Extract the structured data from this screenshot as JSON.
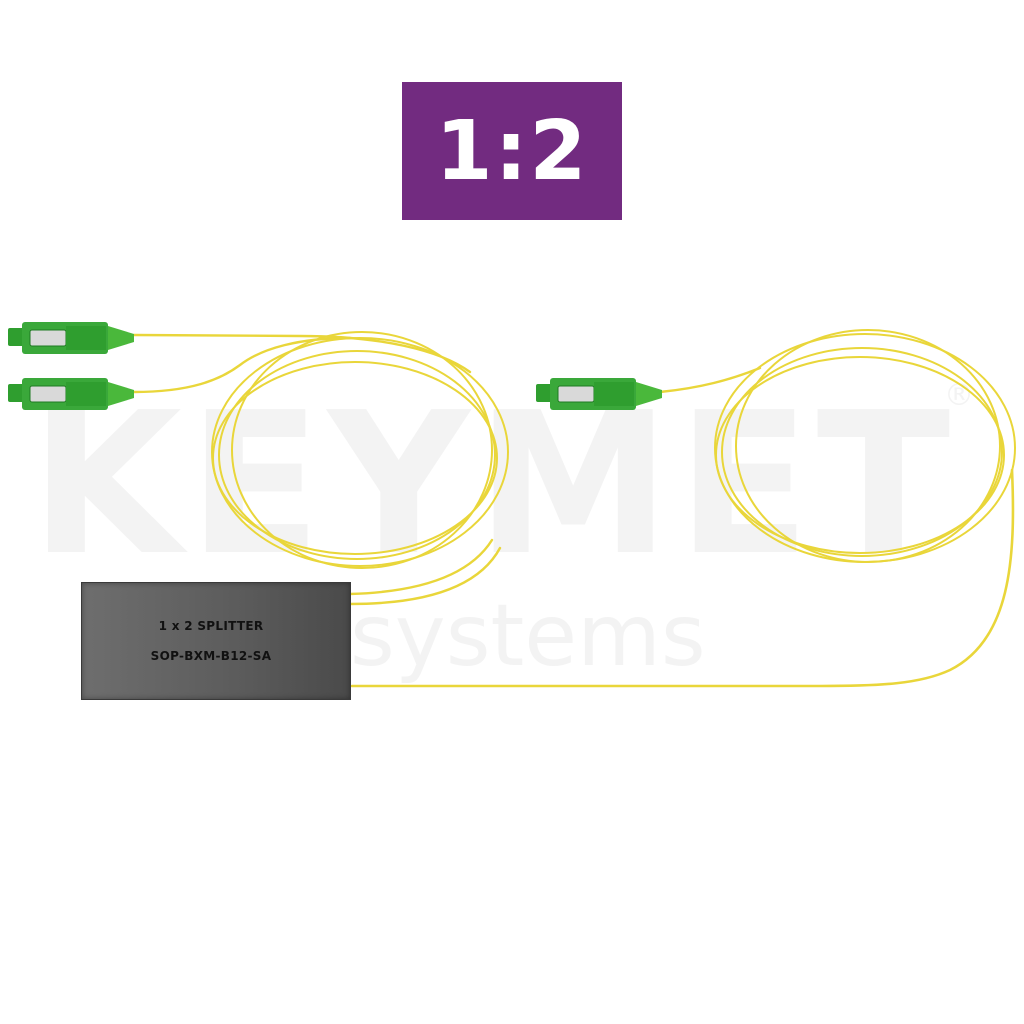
{
  "badge": {
    "ratio": "1:2",
    "color": "#722b80"
  },
  "watermark": {
    "brand": "KEYMET",
    "registered": "®",
    "tagline": "systems",
    "color": "#f2f2f2"
  },
  "splitter": {
    "line1": "1 x 2 SPLITTER",
    "line2": "SOP-BXM-B12-SA"
  },
  "colors": {
    "fiber": "#f3e33a",
    "fiber_edge": "#d9c52a",
    "connector": "#2f9e2f",
    "connector_dark": "#1f7a22",
    "boot": "#4ab83b"
  },
  "icons": [
    "sc-apc-connector-icon",
    "fiber-coil-icon",
    "splitter-box-icon"
  ]
}
